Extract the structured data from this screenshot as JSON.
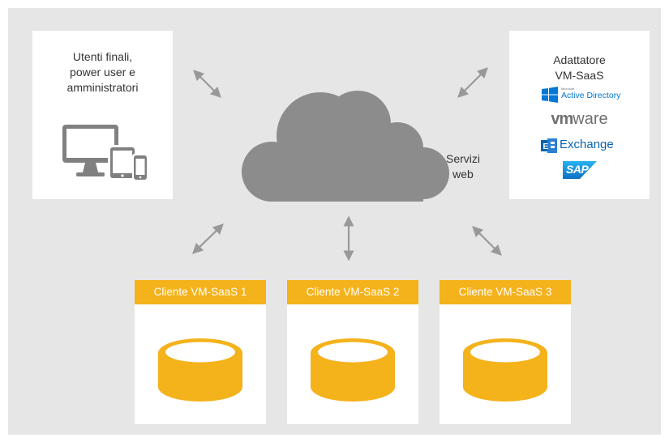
{
  "users_panel": {
    "title_lines": [
      "Utenti finali,",
      "power user e",
      "amministratori"
    ]
  },
  "adapter_panel": {
    "title_lines": [
      "Adattatore",
      "VM-SaaS"
    ],
    "logos": {
      "active_directory_small": "Microsoft",
      "active_directory": "Active Directory",
      "vmware_vm": "vm",
      "vmware_ware": "ware",
      "exchange": "Exchange",
      "sap": "SAP"
    }
  },
  "cloud": {
    "label_lines": [
      "Servizi",
      "web"
    ]
  },
  "clients": [
    {
      "label": "Cliente VM-SaaS 1"
    },
    {
      "label": "Cliente VM-SaaS 2"
    },
    {
      "label": "Cliente VM-SaaS 3"
    }
  ],
  "colors": {
    "background": "#e6e6e6",
    "panel": "#ffffff",
    "accent": "#f4b21b",
    "cloud": "#8c8c8c",
    "arrow": "#999999",
    "device": "#808080",
    "microsoft_blue": "#0078d7",
    "exchange_blue": "#0a64ad",
    "sap_blue": "#1a9be6"
  }
}
